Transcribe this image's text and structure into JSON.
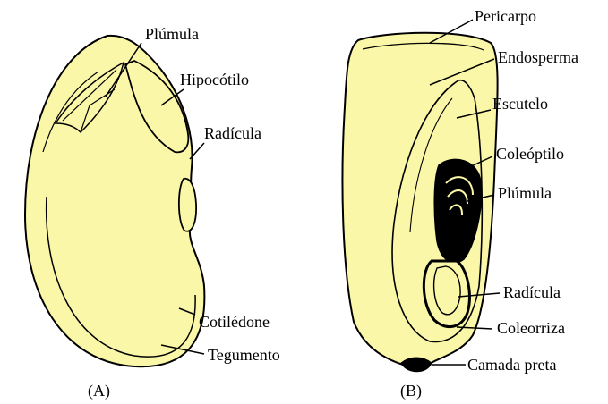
{
  "seed_a": {
    "caption": "(A)",
    "labels": {
      "plumula": "Plúmula",
      "hipocotilo": "Hipocótilo",
      "radicula": "Radícula",
      "cotiledone": "Cotilédone",
      "tegumento": "Tegumento"
    }
  },
  "seed_b": {
    "caption": "(B)",
    "labels": {
      "pericarpo": "Pericarpo",
      "endosperma": "Endosperma",
      "escutelo": "Escutelo",
      "coleoptilo": "Coleóptilo",
      "plumula": "Plúmula",
      "radicula": "Radícula",
      "coleorriza": "Coleorriza",
      "camada_preta": "Camada preta"
    }
  },
  "colors": {
    "fill": "#FBF7A8",
    "outline": "#000000",
    "background": "#FFFFFF"
  }
}
